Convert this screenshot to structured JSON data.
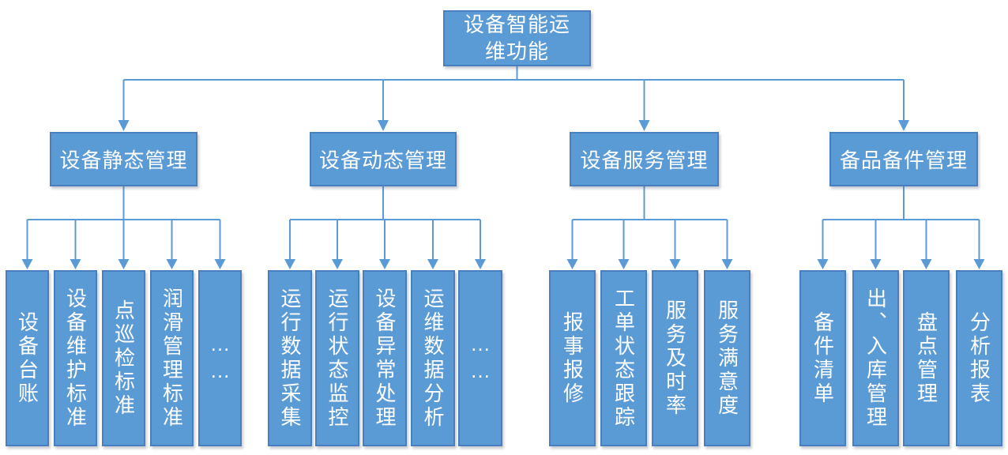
{
  "diagram": {
    "root": {
      "label": "设备智能运\n维功能"
    },
    "groups": [
      {
        "label": "设备静态管理",
        "children": [
          "设备台账",
          "设备维护标准",
          "点巡检标准",
          "润滑管理标准",
          "……"
        ]
      },
      {
        "label": "设备动态管理",
        "children": [
          "运行数据采集",
          "运行状态监控",
          "设备异常处理",
          "运维数据分析",
          "……"
        ]
      },
      {
        "label": "设备服务管理",
        "children": [
          "报事报修",
          "工单状态跟踪",
          "服务及时率",
          "服务满意度"
        ]
      },
      {
        "label": "备品备件管理",
        "children": [
          "备件清单",
          "出、入库管理",
          "盘点管理",
          "分析报表"
        ]
      }
    ],
    "colors": {
      "box_fill": "#5b9bd5",
      "box_border": "#4a7fbf",
      "connector": "#5b9bd5",
      "text": "#ffffff"
    }
  }
}
